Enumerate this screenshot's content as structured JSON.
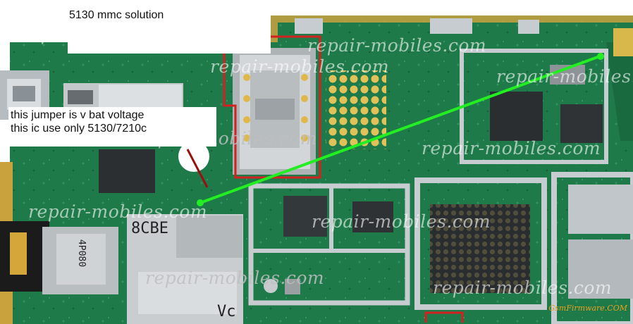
{
  "captions": {
    "title": "5130 mmc solution",
    "note_line1": "this jumper is v bat voltage",
    "note_line2": "this ic use only 5130/7210c"
  },
  "watermark": {
    "text": "repair-mobiles.com",
    "site_logo": "GsmFirmware.COM"
  },
  "component_labels": {
    "simcard_code": "8CBE",
    "simcard_suffix": "Vc",
    "jack_code": "4P080"
  },
  "colors": {
    "pcb_green": "#1f7a4a",
    "pcb_edge": "#c9a23e",
    "marker_red": "#d42020",
    "arrow_green": "#22ee22",
    "shield_silver": "#c6ccd0"
  }
}
